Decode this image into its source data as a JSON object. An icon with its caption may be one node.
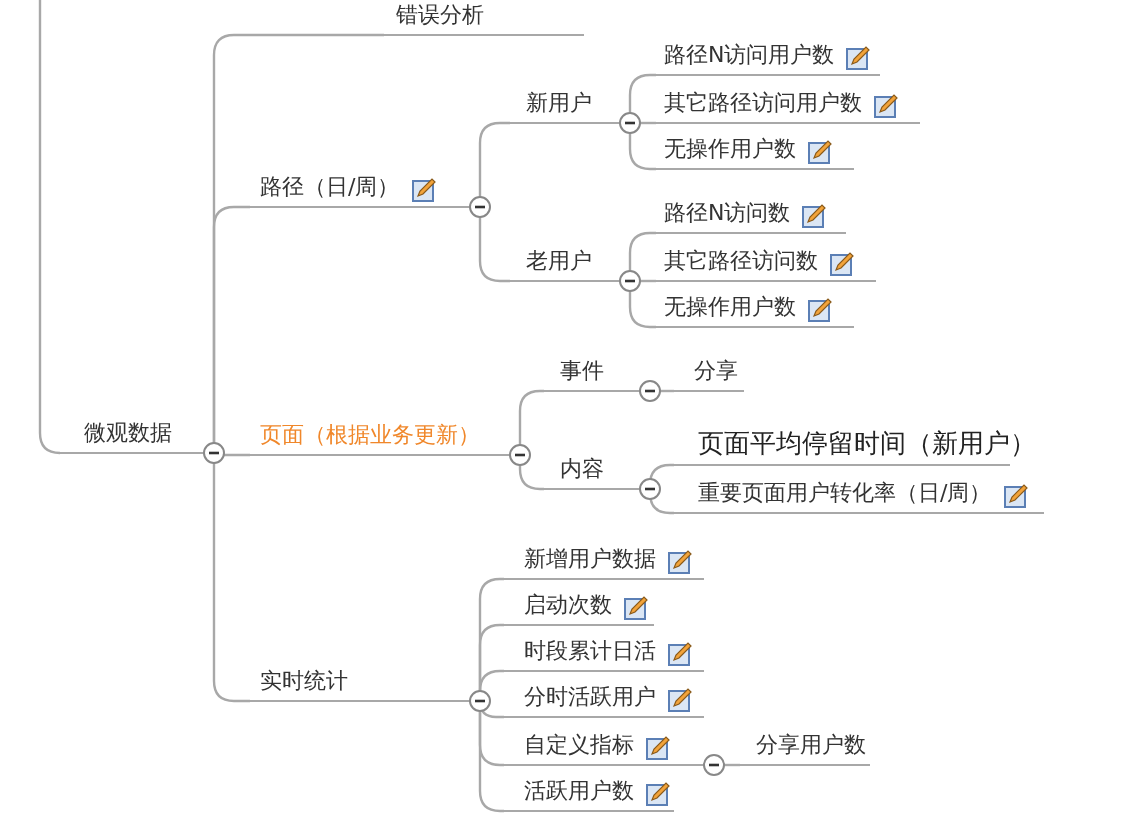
{
  "diagram": {
    "nodes": [
      {
        "text": [
          "微观数据"
        ]
      },
      {
        "text": [
          "错误分析"
        ]
      },
      {
        "text": [
          "路径（日/周）"
        ]
      },
      {
        "text": [
          "新用户"
        ]
      },
      {
        "text": [
          "路径N访问用户数"
        ]
      },
      {
        "text": [
          "其它路径访问用户数"
        ]
      },
      {
        "text": [
          "无操作用户数"
        ]
      },
      {
        "text": [
          "老用户"
        ]
      },
      {
        "text": [
          "路径N访问数"
        ]
      },
      {
        "text": [
          "其它路径访问数"
        ]
      },
      {
        "text": [
          "无操作用户数"
        ]
      },
      {
        "text": [
          "页面（根据业务更新）"
        ]
      },
      {
        "text": [
          "事件"
        ]
      },
      {
        "text": [
          "分享"
        ]
      },
      {
        "text": [
          "内容"
        ]
      },
      {
        "text": [
          "页面平均停留时间（新用户）"
        ]
      },
      {
        "text": [
          "重要页面用户转化率（日/周）"
        ]
      },
      {
        "text": [
          "实时统计"
        ]
      },
      {
        "text": [
          "新增用户数据"
        ]
      },
      {
        "text": [
          "启动次数"
        ]
      },
      {
        "text": [
          "时段累计日活"
        ]
      },
      {
        "text": [
          "分时活跃用户"
        ]
      },
      {
        "text": [
          "自定义指标"
        ]
      },
      {
        "text": [
          "分享用户数"
        ]
      },
      {
        "text": [
          "活跃用户数"
        ]
      }
    ],
    "edges": [
      {
        "from": null,
        "to": 0,
        "arrow": "none"
      },
      {
        "from": 0,
        "to": 1,
        "arrow": "none"
      },
      {
        "from": 0,
        "to": 2,
        "arrow": "none"
      },
      {
        "from": 0,
        "to": 11,
        "arrow": "none"
      },
      {
        "from": 0,
        "to": 17,
        "arrow": "none"
      },
      {
        "from": 2,
        "to": 3,
        "arrow": "none"
      },
      {
        "from": 2,
        "to": 7,
        "arrow": "none"
      },
      {
        "from": 3,
        "to": 4,
        "arrow": "none"
      },
      {
        "from": 3,
        "to": 5,
        "arrow": "none"
      },
      {
        "from": 3,
        "to": 6,
        "arrow": "none"
      },
      {
        "from": 7,
        "to": 8,
        "arrow": "none"
      },
      {
        "from": 7,
        "to": 9,
        "arrow": "none"
      },
      {
        "from": 7,
        "to": 10,
        "arrow": "none"
      },
      {
        "from": 11,
        "to": 12,
        "arrow": "none"
      },
      {
        "from": 11,
        "to": 14,
        "arrow": "none"
      },
      {
        "from": 12,
        "to": 13,
        "arrow": "none"
      },
      {
        "from": 14,
        "to": 15,
        "arrow": "none"
      },
      {
        "from": 14,
        "to": 16,
        "arrow": "none"
      },
      {
        "from": 17,
        "to": 18,
        "arrow": "none"
      },
      {
        "from": 17,
        "to": 19,
        "arrow": "none"
      },
      {
        "from": 17,
        "to": 20,
        "arrow": "none"
      },
      {
        "from": 17,
        "to": 21,
        "arrow": "none"
      },
      {
        "from": 17,
        "to": 22,
        "arrow": "none"
      },
      {
        "from": 17,
        "to": 24,
        "arrow": "none"
      },
      {
        "from": 22,
        "to": 23,
        "arrow": "none"
      }
    ]
  }
}
